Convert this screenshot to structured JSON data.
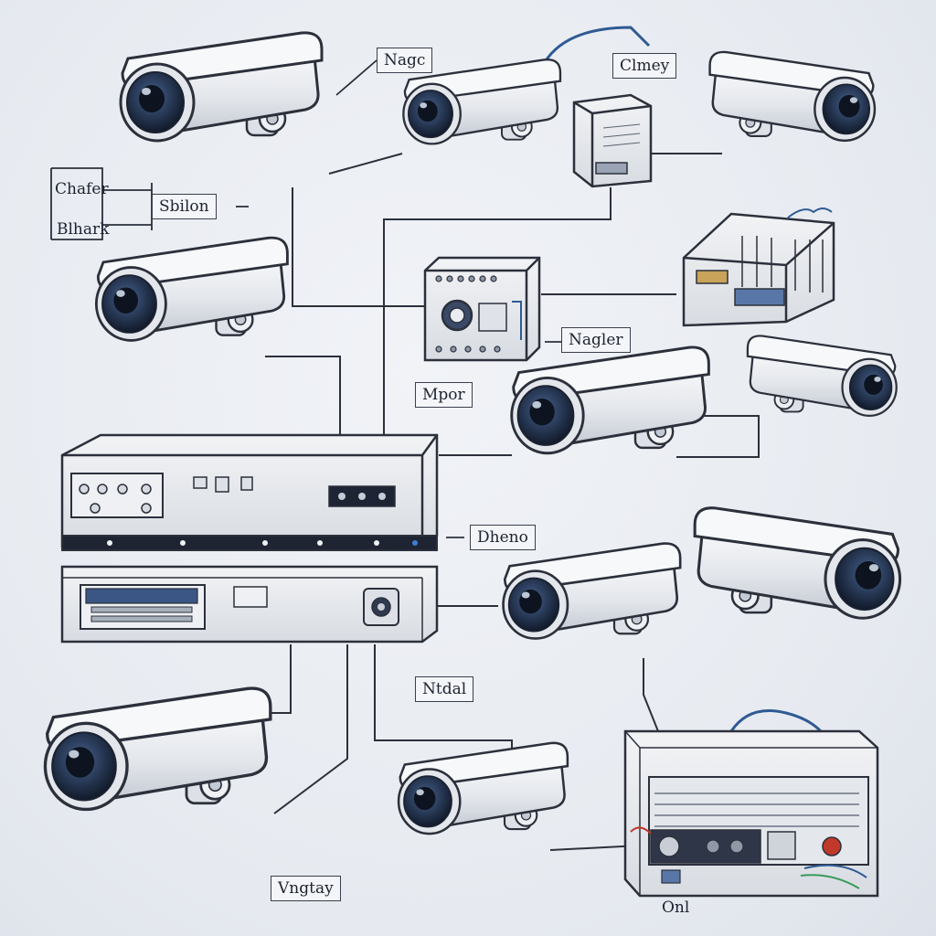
{
  "labels": {
    "top_camera": "Nagc",
    "hub": "Clmey",
    "left_1": "Chafer",
    "left_2": "Blhark",
    "mid_left": "Sbilon",
    "dvr_lower": "Nagler",
    "monitor": "Mpor",
    "dvr": "Dheno",
    "wire": "Ntdal",
    "bottom": "Vngtay",
    "psu": "Onl"
  },
  "colors": {
    "ink": "#2b303b",
    "housing": "#eceef1",
    "shade": "#c9ced6",
    "lens": "#27364e",
    "cable_blue": "#2f5a93",
    "accent_red": "#c0392b"
  },
  "icons": [
    "camera-icon",
    "network-hub-icon",
    "dvr-recorder-icon",
    "power-supply-icon",
    "patch-panel-icon",
    "monitor-module-icon"
  ]
}
